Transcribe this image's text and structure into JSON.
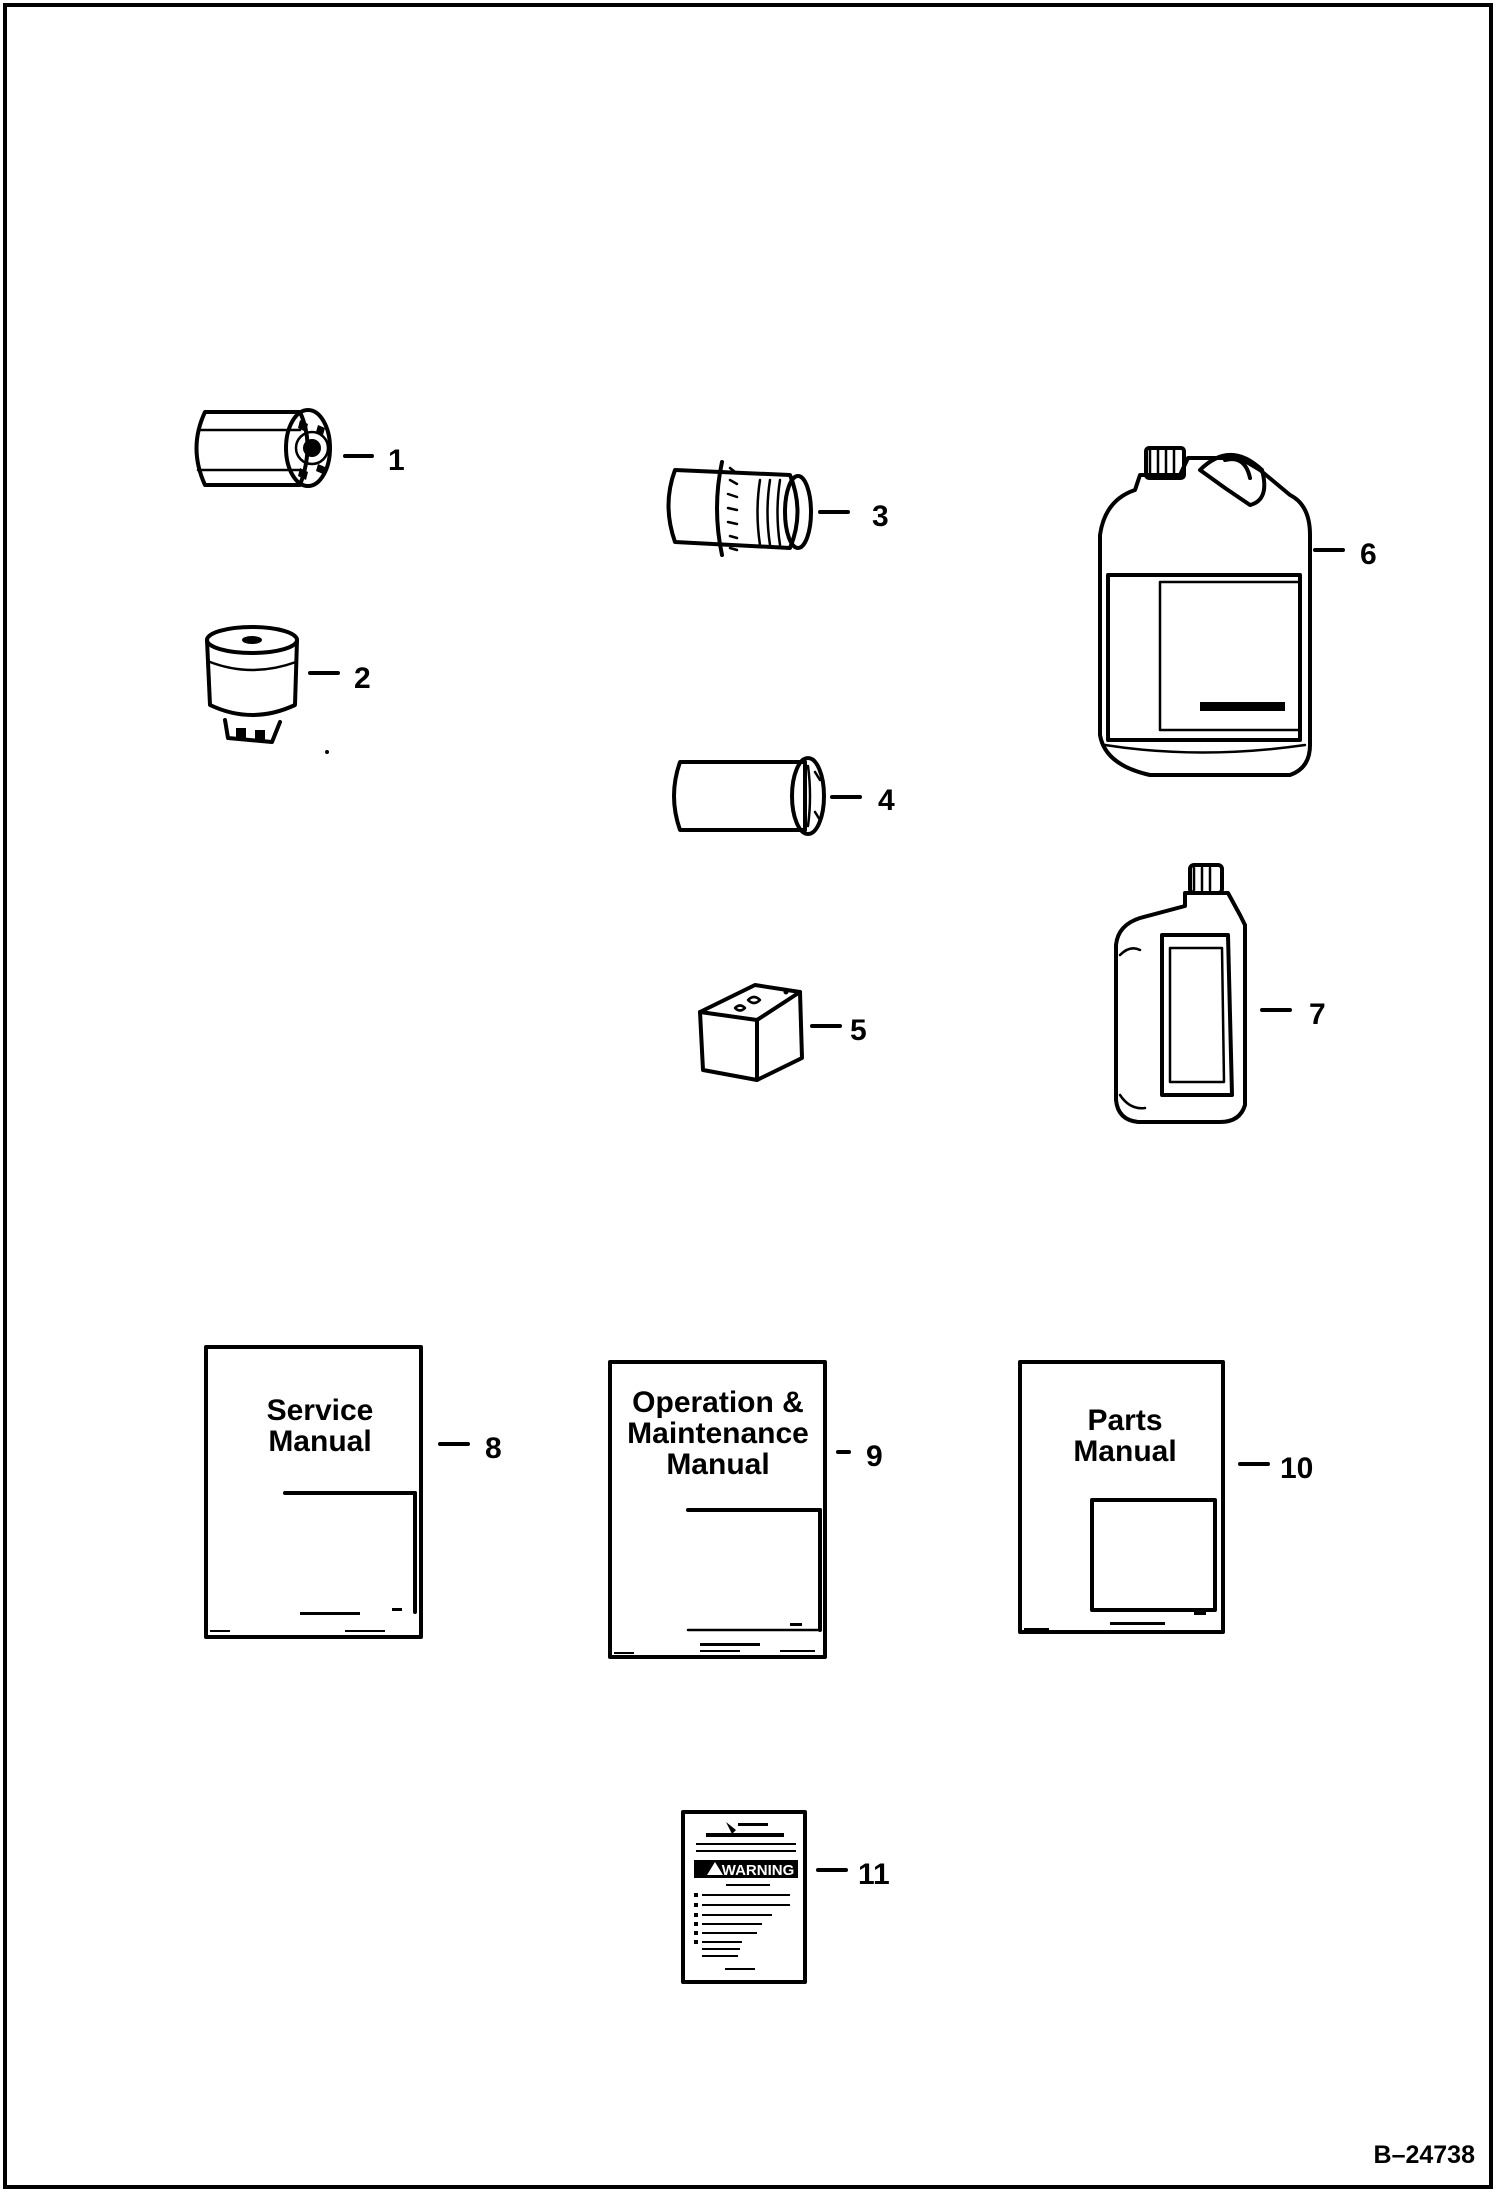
{
  "figure_id": "B–24738",
  "callouts": [
    "1",
    "2",
    "3",
    "4",
    "5",
    "6",
    "7",
    "8",
    "9",
    "10",
    "11"
  ],
  "manuals": {
    "service": [
      "Service",
      "Manual"
    ],
    "operation": [
      "Operation &",
      "Maintenance",
      "Manual"
    ],
    "parts": [
      "Parts",
      "Manual"
    ]
  },
  "decal": {
    "warning_label": "WARNING"
  }
}
